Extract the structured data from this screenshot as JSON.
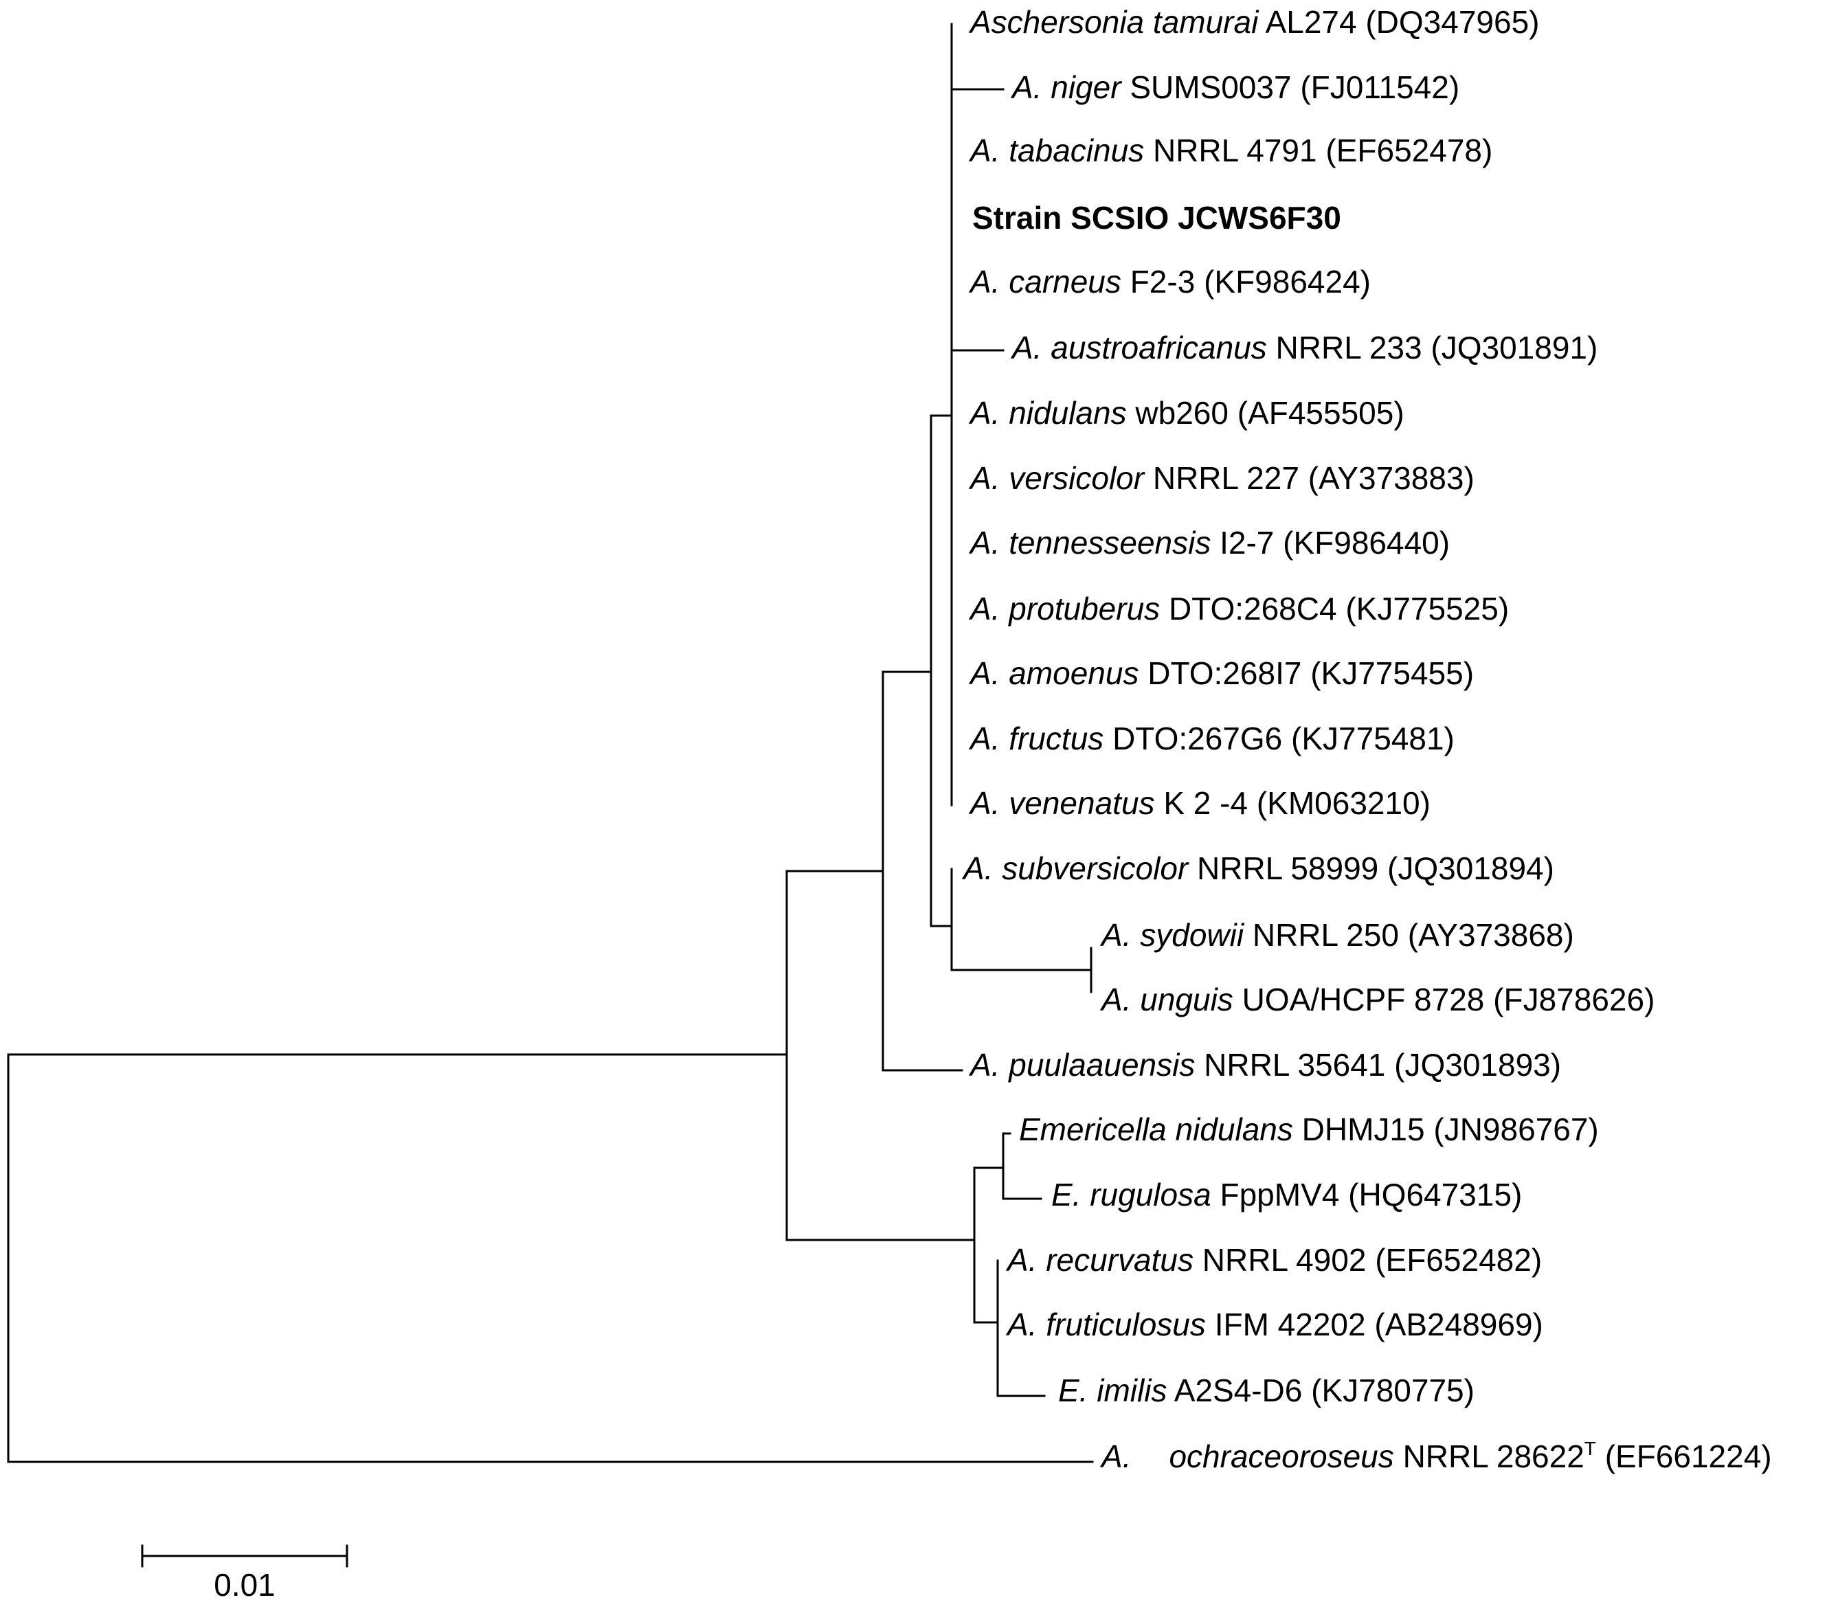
{
  "tree": {
    "taxa": [
      {
        "id": "aschersonia",
        "genus": "Aschersonia tamurai",
        "strain": "AL274",
        "accession": "(DQ347965)"
      },
      {
        "id": "niger",
        "genus": "A. niger",
        "strain": "SUMS0037",
        "accession": "(FJ011542)"
      },
      {
        "id": "tabacinus",
        "genus": "A. tabacinus",
        "strain": "NRRL 4791",
        "accession": "(EF652478)"
      },
      {
        "id": "scsio",
        "label": "Strain SCSIO JCWS6F30"
      },
      {
        "id": "carneus",
        "genus": "A. carneus",
        "strain": "F2-3",
        "accession": "(KF986424)"
      },
      {
        "id": "austroafricanus",
        "genus": "A. austroafricanus",
        "strain": "NRRL 233",
        "accession": "(JQ301891)"
      },
      {
        "id": "nidulans",
        "genus": "A. nidulans",
        "strain": "wb260",
        "accession": "(AF455505)"
      },
      {
        "id": "versicolor",
        "genus": "A. versicolor",
        "strain": "NRRL 227",
        "accession": "(AY373883)"
      },
      {
        "id": "tennesseensis",
        "genus": "A. tennesseensis",
        "strain": "I2-7",
        "accession": "(KF986440)"
      },
      {
        "id": "protuberus",
        "genus": "A. protuberus",
        "strain": "DTO:268C4",
        "accession": "(KJ775525)"
      },
      {
        "id": "amoenus",
        "genus": "A. amoenus",
        "strain": "DTO:268I7",
        "accession": "(KJ775455)"
      },
      {
        "id": "fructus",
        "genus": "A. fructus",
        "strain": "DTO:267G6",
        "accession": "(KJ775481)"
      },
      {
        "id": "venenatus",
        "genus": "A. venenatus",
        "strain": "K 2 -4",
        "accession": "(KM063210)"
      },
      {
        "id": "subversicolor",
        "genus": "A. subversicolor",
        "strain": "NRRL 58999",
        "accession": "(JQ301894)"
      },
      {
        "id": "sydowii",
        "genus": "A. sydowii",
        "strain": "NRRL 250",
        "accession": "(AY373868)"
      },
      {
        "id": "unguis",
        "genus": "A. unguis",
        "strain": "UOA/HCPF 8728",
        "accession": "(FJ878626)"
      },
      {
        "id": "puulaauensis",
        "genus": "A. puulaauensis",
        "strain": "NRRL 35641",
        "accession": "(JQ301893)"
      },
      {
        "id": "emericella",
        "genus": "Emericella nidulans",
        "strain": "DHMJ15",
        "accession": "(JN986767)"
      },
      {
        "id": "rugulosa",
        "genus": "E. rugulosa",
        "strain": "FppMV4",
        "accession": "(HQ647315)"
      },
      {
        "id": "recurvatus",
        "genus": "A. recurvatus",
        "strain": "NRRL 4902",
        "accession": "(EF652482)"
      },
      {
        "id": "fruticulosus",
        "genus": "A. fruticulosus",
        "strain": "IFM 42202",
        "accession": "(AB248969)"
      },
      {
        "id": "imilis",
        "genus": "E. imilis",
        "strain": "A2S4-D6",
        "accession": "(KJ780775)"
      },
      {
        "id": "ochraceoroseus",
        "genus_a": "A.",
        "genus_b": "ochraceoroseus",
        "strain": "NRRL 28622",
        "sup": "T",
        "accession": "(EF661224)"
      }
    ],
    "scale_bar": {
      "label": "0.01"
    }
  }
}
